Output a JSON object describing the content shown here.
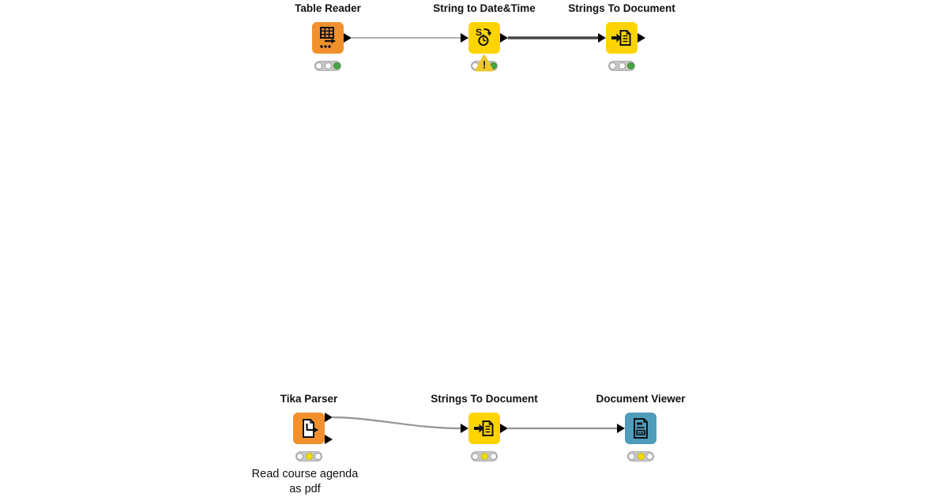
{
  "app": {
    "title": "KNIME workflow",
    "canvas_background": "#ffffff"
  },
  "colors": {
    "source_node": "#F1902D",
    "manipulator_node": "#FDD400",
    "viewer_node": "#4E9CBA",
    "status_bar": "#C7C7C7",
    "status_green": "#46A63F",
    "status_yellow": "#F2DC00",
    "warning_triangle": "#EFC72E",
    "connection_light_gray": "#B0B0B0",
    "connection_dark": "#454545",
    "connection_gray": "#949494",
    "port_black": "#000000"
  },
  "nodes": [
    {
      "label": "Table Reader",
      "type": "source",
      "status": "executed",
      "icon": "table-reader-icon",
      "ports": {
        "in": 0,
        "out": 1
      }
    },
    {
      "label": "String to Date&Time",
      "type": "manipulator",
      "status": "executed-warning",
      "icon": "string-to-datetime-icon",
      "ports": {
        "in": 1,
        "out": 1
      }
    },
    {
      "label": "Strings To Document",
      "type": "manipulator",
      "status": "executed",
      "icon": "strings-to-document-icon",
      "ports": {
        "in": 1,
        "out": 1
      }
    },
    {
      "label": "Tika Parser",
      "type": "source",
      "status": "configured",
      "icon": "tika-parser-icon",
      "ports": {
        "in": 0,
        "out": 2
      }
    },
    {
      "label": "Strings To Document",
      "type": "manipulator",
      "status": "configured",
      "icon": "strings-to-document-icon",
      "ports": {
        "in": 1,
        "out": 1
      }
    },
    {
      "label": "Document Viewer",
      "type": "viewer",
      "status": "configured",
      "icon": "document-viewer-icon",
      "ports": {
        "in": 1,
        "out": 0
      }
    }
  ],
  "connections": [
    {
      "from": "Table Reader",
      "to": "String to Date&Time",
      "style": "light"
    },
    {
      "from": "String to Date&Time",
      "to": "Strings To Document",
      "style": "dark"
    },
    {
      "from": "Tika Parser",
      "to": "Strings To Document",
      "style": "gray"
    },
    {
      "from": "Strings To Document",
      "to": "Document Viewer",
      "style": "gray"
    }
  ],
  "warning": {
    "glyph": "!"
  },
  "annotation": {
    "line1": "Read course agenda",
    "line2": "as pdf"
  }
}
